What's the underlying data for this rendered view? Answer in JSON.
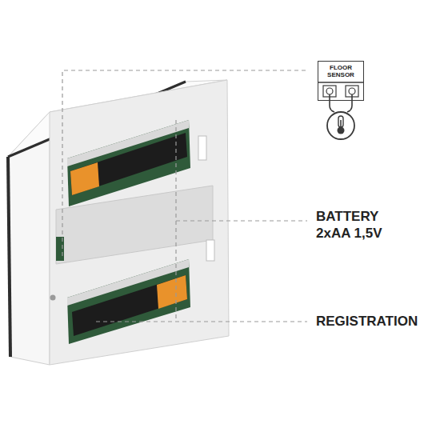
{
  "diagram": {
    "nodes": [
      {
        "text": [
          "FLOOR SENSOR"
        ]
      }
    ],
    "labels": [
      "BATTERY 2xAA 1,5V",
      "REGISTRATION"
    ]
  }
}
